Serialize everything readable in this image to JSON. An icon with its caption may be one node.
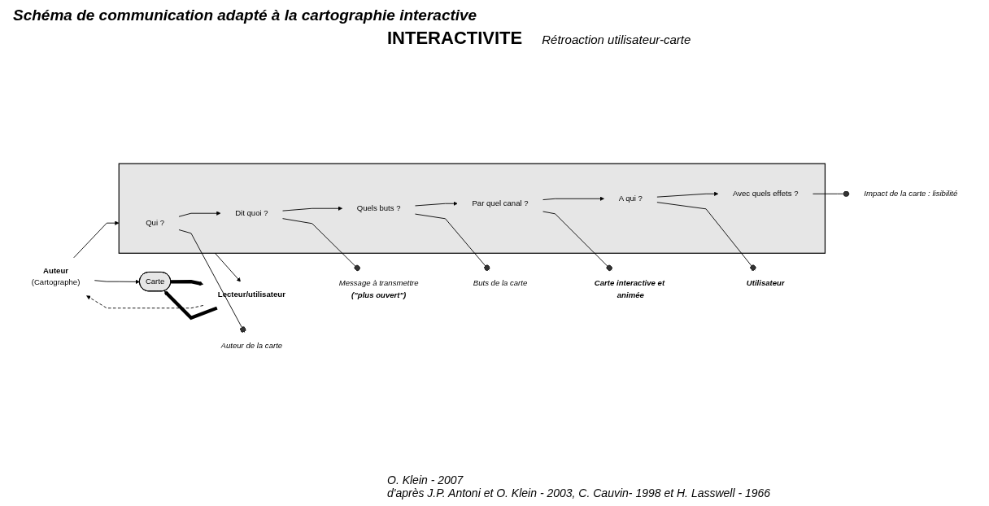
{
  "diagram": {
    "title": "Schéma de communication adapté à la cartographie interactive",
    "nodes": [
      {
        "text": [
          "Auteur",
          "(Cartographe)"
        ]
      },
      {
        "text": [
          "Carte"
        ]
      },
      {
        "text": [
          "Lecteur/utilisateur"
        ]
      },
      {
        "text": [],
        "shape": "box"
      },
      {
        "text": [
          "Qui ?"
        ],
        "in": 3
      },
      {
        "text": [
          "Dit quoi ?"
        ],
        "in": 3
      },
      {
        "text": [
          "Quels buts ?"
        ],
        "in": 3
      },
      {
        "text": [
          "Par quel canal ?"
        ],
        "in": 3
      },
      {
        "text": [
          "A qui ?"
        ],
        "in": 3
      },
      {
        "text": [
          "Avec quels effets ?"
        ],
        "in": 3
      },
      {
        "text": [
          "Auteur de la carte"
        ]
      },
      {
        "text": [
          "Message à transmettre",
          "(\"plus ouvert\")"
        ]
      },
      {
        "text": [
          "Buts de la carte"
        ]
      },
      {
        "text": [
          "Carte interactive et animée"
        ]
      },
      {
        "text": [
          "Utilisateur"
        ]
      },
      {
        "text": [
          "Impact de la carte : lisibilité"
        ]
      }
    ],
    "edges": [
      {
        "from": 2,
        "to": 0,
        "arrow": "to",
        "style": "dashed"
      },
      {
        "from": 0,
        "to": 1,
        "arrow": "to"
      },
      {
        "from": 2,
        "to": 1,
        "arrow": "to",
        "style": "thick"
      },
      {
        "from": 1,
        "to": 2,
        "arrow": "to",
        "style": "thick"
      },
      {
        "from": 0,
        "to": 3,
        "arrow": "to"
      },
      {
        "from": 3,
        "to": 2,
        "arrow": "to"
      },
      {
        "from": 4,
        "to": 5,
        "arrow": "to"
      },
      {
        "from": 5,
        "to": 6,
        "arrow": "to"
      },
      {
        "from": 6,
        "to": 7,
        "arrow": "to"
      },
      {
        "from": 7,
        "to": 8,
        "arrow": "to"
      },
      {
        "from": 8,
        "to": 9,
        "arrow": "to"
      },
      {
        "from": 4,
        "to": 10,
        "arrow": "other"
      },
      {
        "from": 5,
        "to": 11,
        "arrow": "other"
      },
      {
        "from": 6,
        "to": 12,
        "arrow": "other"
      },
      {
        "from": 7,
        "to": 13,
        "arrow": "other"
      },
      {
        "from": 8,
        "to": 14,
        "arrow": "other"
      },
      {
        "from": 9,
        "to": 15,
        "arrow": "other"
      }
    ],
    "labels": [
      "INTERACTIVITE",
      "Rétroaction utilisateur-carte",
      "O. Klein - 2007",
      "d'après J.P. Antoni et O. Klein - 2003, C. Cauvin- 1998 et H. Lasswell - 1966"
    ]
  }
}
